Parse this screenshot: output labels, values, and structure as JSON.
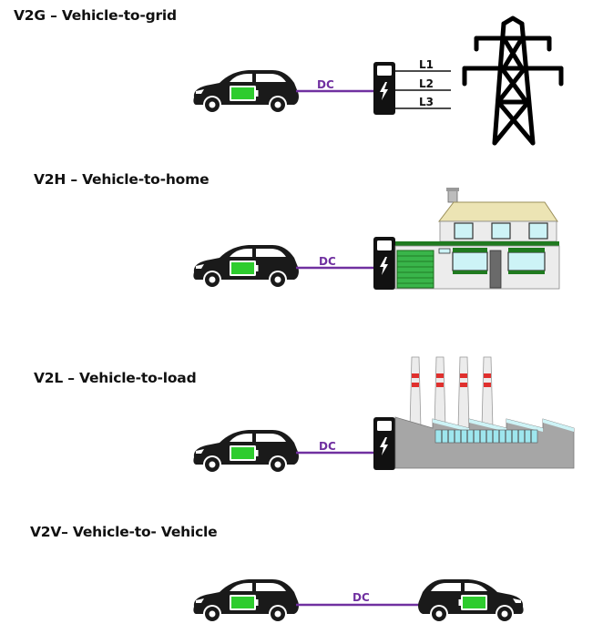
{
  "colors": {
    "cable": "#7030a0",
    "battery": "#2ecc2e",
    "car_body": "#1a1a1a",
    "roof_tile": "#ece4b4",
    "window_glass": "#cdf3f6",
    "wall": "#ececec",
    "factory_grey": "#a6a6a6",
    "chimney_stripe": "#e0302e"
  },
  "sections": [
    {
      "id": "v2g",
      "title": "V2G – Vehicle-to-grid",
      "cable_label": "DC",
      "target": "pylon-icon",
      "phases": [
        "L1",
        "L2",
        "L3"
      ]
    },
    {
      "id": "v2h",
      "title": "V2H – Vehicle-to-home",
      "cable_label": "DC",
      "target": "house-icon"
    },
    {
      "id": "v2l",
      "title": "V2L – Vehicle-to-load",
      "cable_label": "DC",
      "target": "factory-icon"
    },
    {
      "id": "v2v",
      "title": "V2V– Vehicle-to- Vehicle",
      "cable_label": "DC",
      "target": "car-icon"
    }
  ]
}
